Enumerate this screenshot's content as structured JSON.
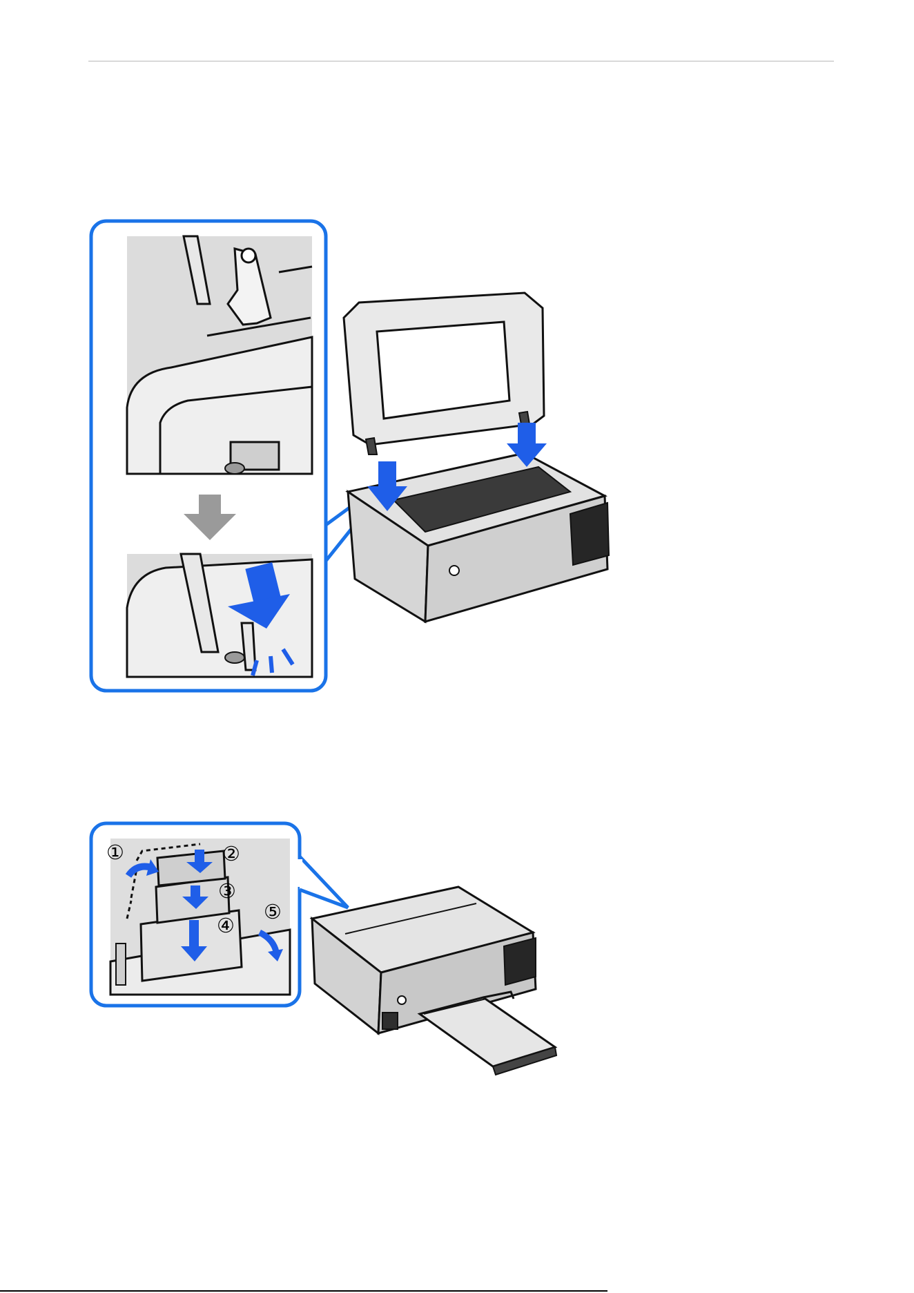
{
  "figures": [
    {
      "kind": "scanner-lid-attach-illustration"
    },
    {
      "kind": "paper-feed-illustration",
      "steps": [
        "①",
        "②",
        "③",
        "④",
        "⑤"
      ]
    }
  ],
  "colors": {
    "callout_blue": "#1a73e8",
    "arrow_blue": "#1f5ee8",
    "arrow_gray": "#9a9a9a",
    "printer_body": "#e2e2e2",
    "printer_dark": "#3a3a3a",
    "outline": "#111111"
  }
}
